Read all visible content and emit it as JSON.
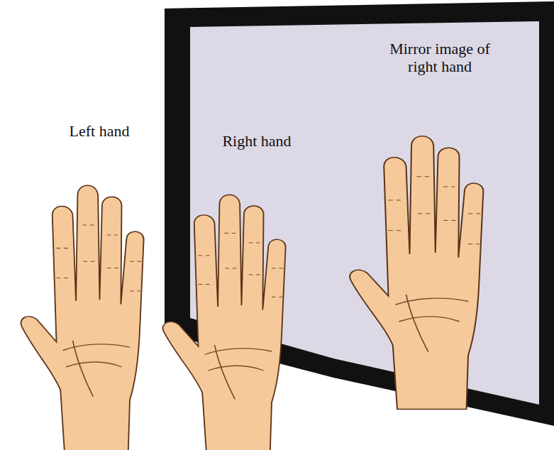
{
  "diagram": {
    "labels": [
      "Left hand",
      "Right hand",
      "Mirror image of right hand"
    ]
  }
}
